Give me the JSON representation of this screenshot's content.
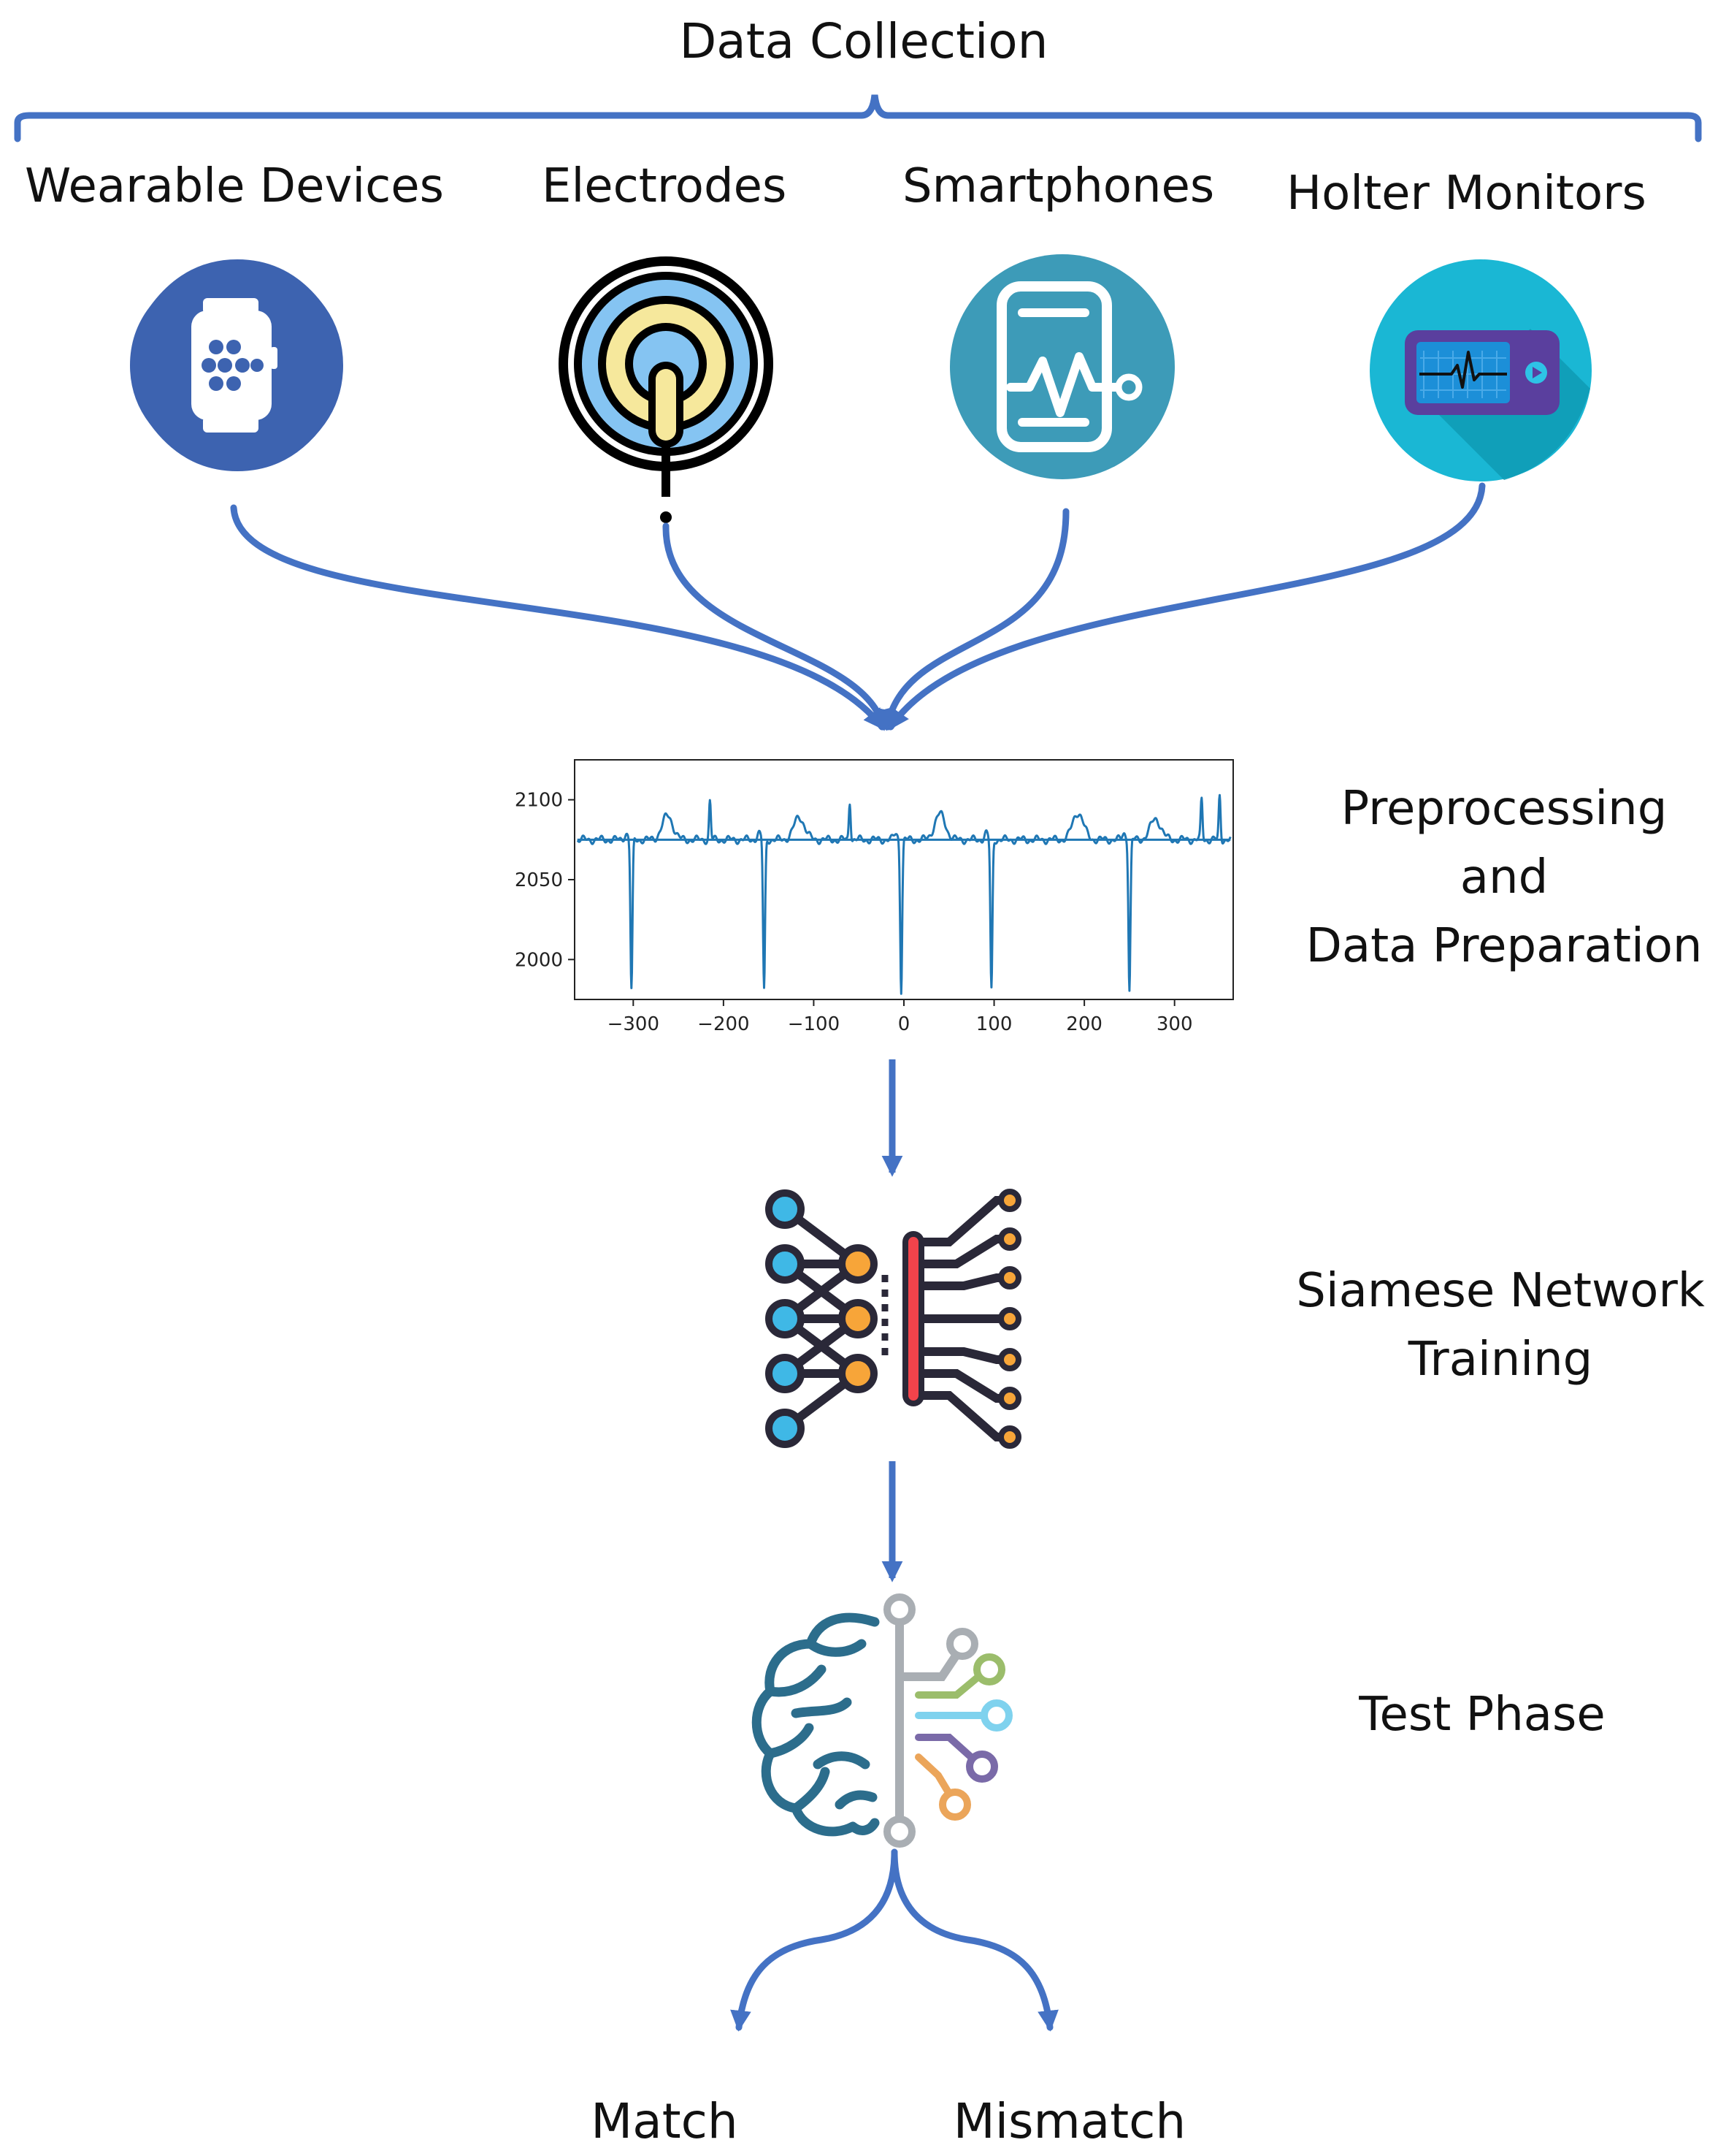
{
  "header": {
    "title": "Data Collection"
  },
  "sources": [
    {
      "label": "Wearable Devices",
      "icon": "smartwatch-icon"
    },
    {
      "label": "Electrodes",
      "icon": "electrode-icon"
    },
    {
      "label": "Smartphones",
      "icon": "smartphone-ecg-icon"
    },
    {
      "label": "Holter Monitors",
      "icon": "holter-monitor-icon"
    }
  ],
  "stages": {
    "preprocessing": {
      "lines": [
        "Preprocessing",
        "and",
        "Data Preparation"
      ]
    },
    "training": {
      "lines": [
        "Siamese Network",
        "Training"
      ],
      "icon": "neural-network-icon"
    },
    "test": {
      "lines": [
        "Test Phase"
      ],
      "icon": "brain-circuit-icon"
    }
  },
  "outcomes": {
    "match": "Match",
    "mismatch": "Mismatch"
  },
  "colors": {
    "arrow": "#4472c4",
    "signal": "#1f77b4",
    "watch_bg": "#3d63b0",
    "phone_bg": "#3d9bb8",
    "holter_bg": "#1ab7d4"
  },
  "chart_data": {
    "type": "line",
    "x_ticks": [
      -300,
      -200,
      -100,
      0,
      100,
      200,
      300
    ],
    "y_ticks": [
      2000,
      2050,
      2100
    ],
    "xlim": [
      -365,
      365
    ],
    "ylim": [
      1975,
      2125
    ],
    "baseline": 2075,
    "r_peaks_x": [
      -302,
      -155,
      -3,
      97,
      250
    ],
    "r_peak_min_y": 1981,
    "spike_tops": [
      {
        "x": -215,
        "y": 2099
      },
      {
        "x": -60,
        "y": 2099
      },
      {
        "x": 330,
        "y": 2100
      },
      {
        "x": 350,
        "y": 2102
      }
    ],
    "t_waves": [
      {
        "x": -262,
        "y": 2090
      },
      {
        "x": -116,
        "y": 2089
      },
      {
        "x": 40,
        "y": 2091
      },
      {
        "x": 193,
        "y": 2092
      },
      {
        "x": 279,
        "y": 2088
      }
    ],
    "xlabel": "",
    "ylabel": "",
    "grid": false
  }
}
